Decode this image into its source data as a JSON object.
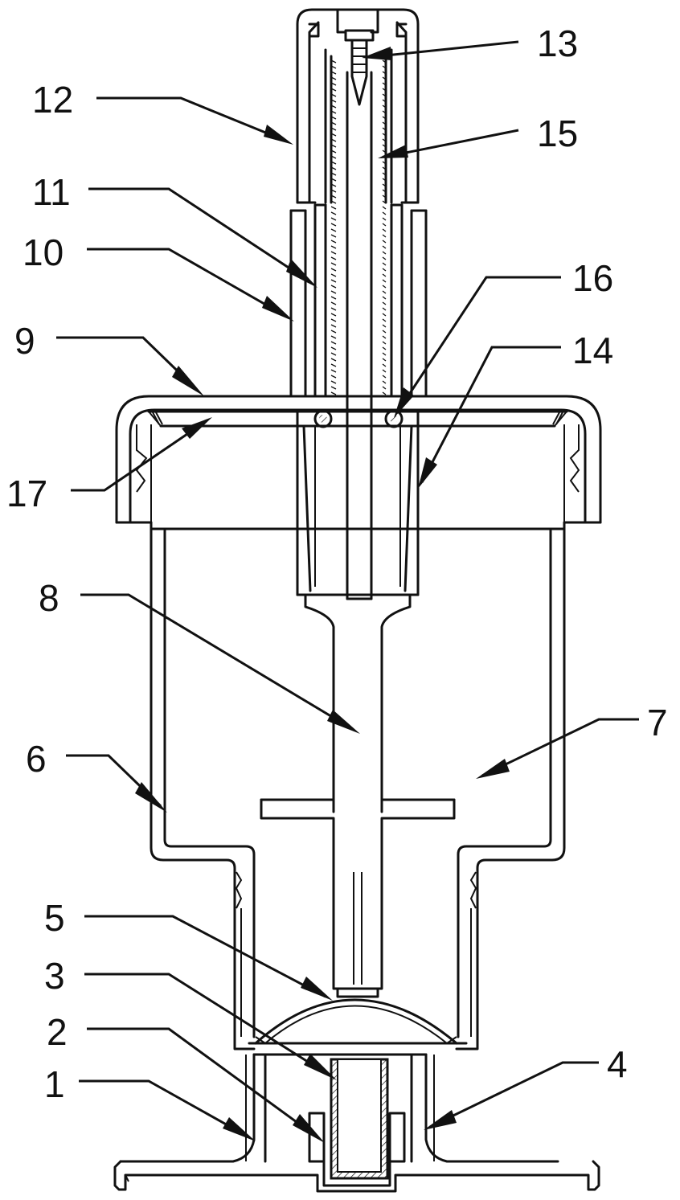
{
  "figure": {
    "callouts": [
      {
        "id": "c1",
        "text": "1"
      },
      {
        "id": "c2",
        "text": "2"
      },
      {
        "id": "c3",
        "text": "3"
      },
      {
        "id": "c4",
        "text": "4"
      },
      {
        "id": "c5",
        "text": "5"
      },
      {
        "id": "c6",
        "text": "6"
      },
      {
        "id": "c7",
        "text": "7"
      },
      {
        "id": "c8",
        "text": "8"
      },
      {
        "id": "c9",
        "text": "9"
      },
      {
        "id": "c10",
        "text": "10"
      },
      {
        "id": "c11",
        "text": "11"
      },
      {
        "id": "c12",
        "text": "12"
      },
      {
        "id": "c13",
        "text": "13"
      },
      {
        "id": "c14",
        "text": "14"
      },
      {
        "id": "c15",
        "text": "15"
      },
      {
        "id": "c16",
        "text": "16"
      },
      {
        "id": "c17",
        "text": "17"
      }
    ],
    "colors": {
      "line": "#111111",
      "background": "#ffffff"
    }
  }
}
